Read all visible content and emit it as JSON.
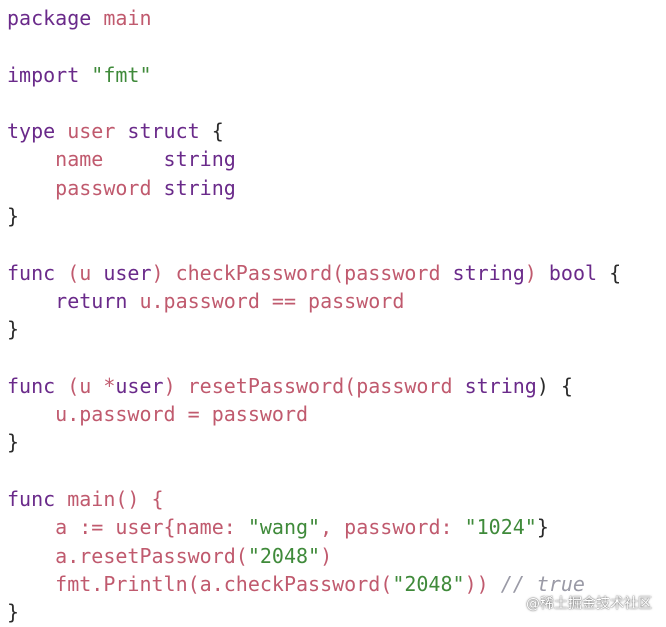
{
  "code": {
    "lines": [
      [
        {
          "t": "package",
          "k": "kw"
        },
        {
          "t": " main",
          "k": "name"
        }
      ],
      [],
      [
        {
          "t": "import",
          "k": "kw"
        },
        {
          "t": " ",
          "k": "plain"
        },
        {
          "t": "\"fmt\"",
          "k": "str"
        }
      ],
      [],
      [
        {
          "t": "type",
          "k": "kw"
        },
        {
          "t": " user ",
          "k": "name"
        },
        {
          "t": "struct",
          "k": "kw"
        },
        {
          "t": " {",
          "k": "plain"
        }
      ],
      [
        {
          "t": "    name     ",
          "k": "name"
        },
        {
          "t": "string",
          "k": "kw"
        }
      ],
      [
        {
          "t": "    password ",
          "k": "name"
        },
        {
          "t": "string",
          "k": "kw"
        }
      ],
      [
        {
          "t": "}",
          "k": "plain"
        }
      ],
      [],
      [
        {
          "t": "func",
          "k": "kw"
        },
        {
          "t": " (u ",
          "k": "name"
        },
        {
          "t": "user",
          "k": "kw"
        },
        {
          "t": ") checkPassword(password ",
          "k": "name"
        },
        {
          "t": "string",
          "k": "kw"
        },
        {
          "t": ") ",
          "k": "name"
        },
        {
          "t": "bool",
          "k": "kw"
        },
        {
          "t": " {",
          "k": "plain"
        }
      ],
      [
        {
          "t": "    ",
          "k": "plain"
        },
        {
          "t": "return",
          "k": "kw"
        },
        {
          "t": " u.password == password",
          "k": "name"
        }
      ],
      [
        {
          "t": "}",
          "k": "plain"
        }
      ],
      [],
      [
        {
          "t": "func",
          "k": "kw"
        },
        {
          "t": " (u *",
          "k": "name"
        },
        {
          "t": "user",
          "k": "kw"
        },
        {
          "t": ") resetPassword(password ",
          "k": "name"
        },
        {
          "t": "string",
          "k": "kw"
        },
        {
          "t": ") {",
          "k": "plain"
        }
      ],
      [
        {
          "t": "    u.password = password",
          "k": "name"
        }
      ],
      [
        {
          "t": "}",
          "k": "plain"
        }
      ],
      [],
      [
        {
          "t": "func",
          "k": "kw"
        },
        {
          "t": " main() {",
          "k": "name"
        }
      ],
      [
        {
          "t": "    a := user{name: ",
          "k": "name"
        },
        {
          "t": "\"wang\"",
          "k": "str"
        },
        {
          "t": ", password: ",
          "k": "name"
        },
        {
          "t": "\"1024\"",
          "k": "str"
        },
        {
          "t": "}",
          "k": "plain"
        }
      ],
      [
        {
          "t": "    a.resetPassword(",
          "k": "name"
        },
        {
          "t": "\"2048\"",
          "k": "str"
        },
        {
          "t": ")",
          "k": "name"
        }
      ],
      [
        {
          "t": "    fmt.Println(a.checkPassword(",
          "k": "name"
        },
        {
          "t": "\"2048\"",
          "k": "str"
        },
        {
          "t": ")) ",
          "k": "name"
        },
        {
          "t": "// true",
          "k": "cm"
        }
      ],
      [
        {
          "t": "}",
          "k": "plain"
        }
      ]
    ]
  },
  "watermark": {
    "text": "@稀土掘金技术社区"
  }
}
